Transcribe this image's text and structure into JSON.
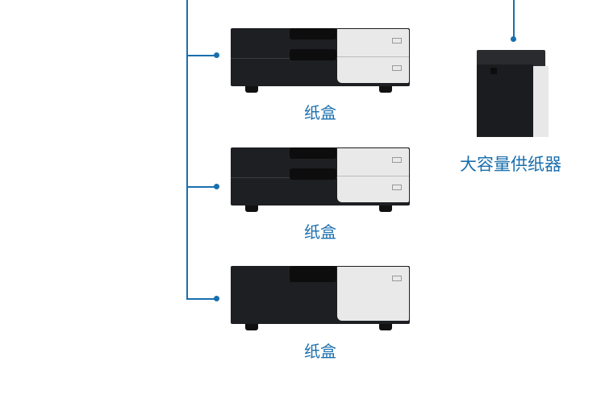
{
  "labels": {
    "tray1": "纸盒",
    "tray2": "纸盒",
    "tray3": "纸盒",
    "lct": "大容量供纸器"
  },
  "colors": {
    "accent": "#1a6fae"
  }
}
